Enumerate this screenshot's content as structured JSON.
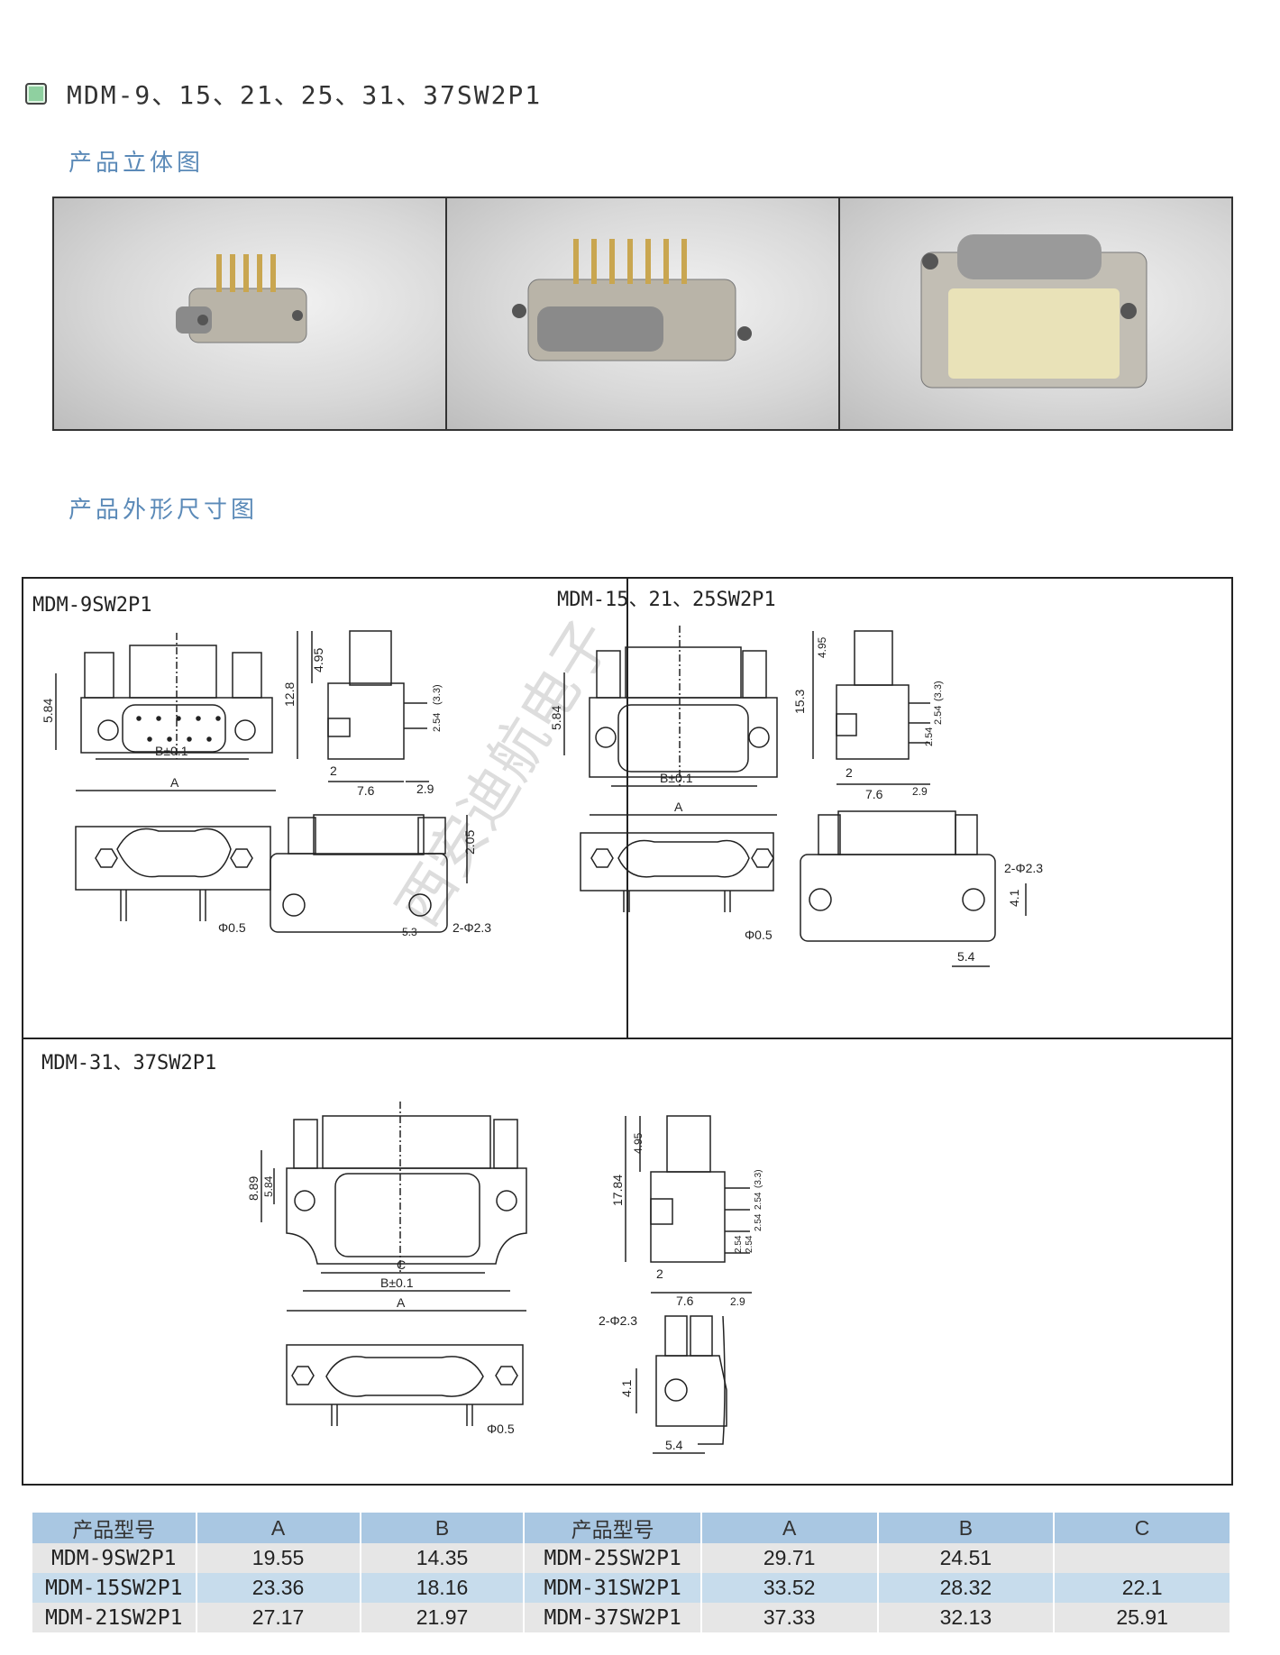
{
  "header": {
    "title": "MDM-9、15、21、25、31、37SW2P1"
  },
  "sections": {
    "photos": "产品立体图",
    "dimensions": "产品外形尺寸图"
  },
  "drawings": {
    "d1": {
      "name": "MDM-9SW2P1",
      "dims": [
        "5.84",
        "B±0.1",
        "A",
        "4.95",
        "12.8",
        "(3.3)",
        "2.54",
        "2",
        "7.6",
        "2.9",
        "2.05",
        "Φ0.5",
        "5.3",
        "2-Φ2.3"
      ]
    },
    "d2": {
      "name": "MDM-15、21、25SW2P1",
      "dims": [
        "5.84",
        "B±0.1",
        "A",
        "4.95",
        "15.3",
        "(3.3)",
        "2.54",
        "2.54",
        "2",
        "7.6",
        "2.9",
        "2-Φ2.3",
        "4.1",
        "Φ0.5",
        "5.4"
      ]
    },
    "d3": {
      "name": "MDM-31、37SW2P1",
      "dims": [
        "8.89",
        "5.84",
        "C",
        "B±0.1",
        "A",
        "4.95",
        "17.84",
        "(3.3)",
        "2.54",
        "2.54",
        "2.54",
        "2.54",
        "2",
        "7.6",
        "2.9",
        "2-Φ2.3",
        "4.1",
        "Φ0.5",
        "5.4"
      ]
    }
  },
  "table": {
    "headers": [
      "产品型号",
      "A",
      "B",
      "产品型号",
      "A",
      "B",
      "C"
    ],
    "rows": [
      [
        "MDM-9SW2P1",
        "19.55",
        "14.35",
        "MDM-25SW2P1",
        "29.71",
        "24.51",
        ""
      ],
      [
        "MDM-15SW2P1",
        "23.36",
        "18.16",
        "MDM-31SW2P1",
        "33.52",
        "28.32",
        "22.1"
      ],
      [
        "MDM-21SW2P1",
        "27.17",
        "21.97",
        "MDM-37SW2P1",
        "37.33",
        "32.13",
        "25.91"
      ]
    ]
  },
  "watermark": "西安迪航电子"
}
